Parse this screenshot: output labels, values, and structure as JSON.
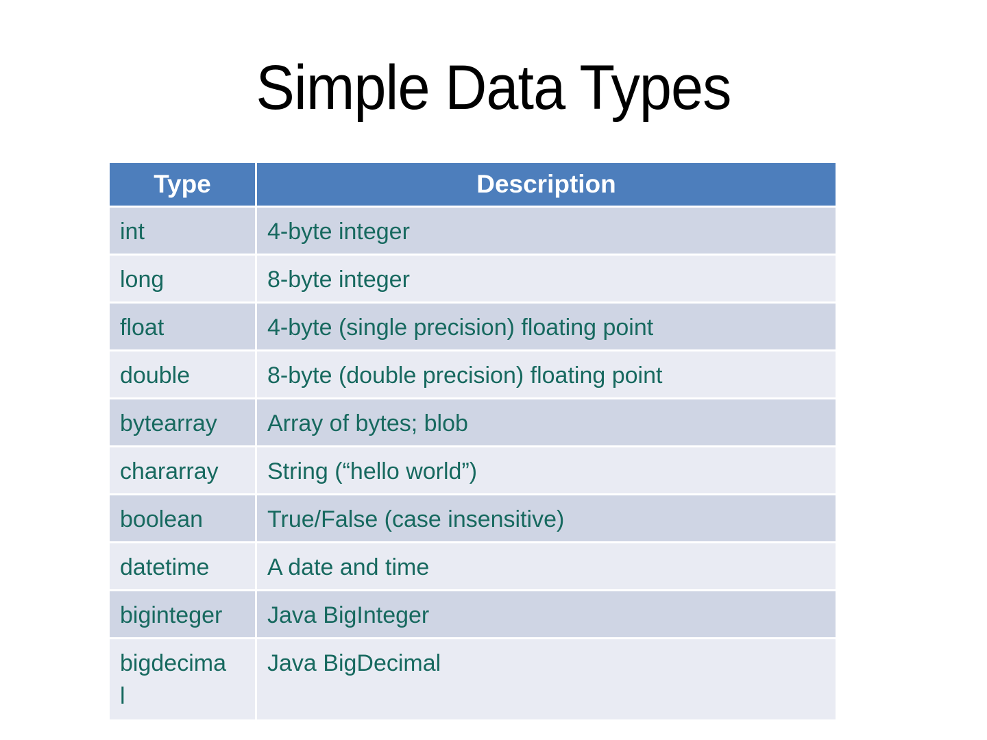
{
  "slide": {
    "title": "Simple Data Types"
  },
  "table": {
    "columns": [
      "Type",
      "Description"
    ],
    "rows": [
      {
        "type": "int",
        "description": "4-byte integer"
      },
      {
        "type": "long",
        "description": "8-byte integer"
      },
      {
        "type": "float",
        "description": "4-byte (single precision) floating point"
      },
      {
        "type": "double",
        "description": "8-byte (double precision) floating point"
      },
      {
        "type": "bytearray",
        "description": "Array of bytes; blob"
      },
      {
        "type": "chararray",
        "description": "String (“hello world”)"
      },
      {
        "type": "boolean",
        "description": "True/False (case insensitive)"
      },
      {
        "type": "datetime",
        "description": "A date and time"
      },
      {
        "type": "biginteger",
        "description": "Java BigInteger"
      },
      {
        "type": "bigdecimal",
        "description": "Java BigDecimal"
      }
    ],
    "colors": {
      "title_text": "#000000",
      "header_bg": "#4d7ebc",
      "header_text": "#ffffff",
      "row_odd_bg": "#cfd5e4",
      "row_even_bg": "#e9ebf3",
      "cell_text": "#17695f"
    }
  }
}
